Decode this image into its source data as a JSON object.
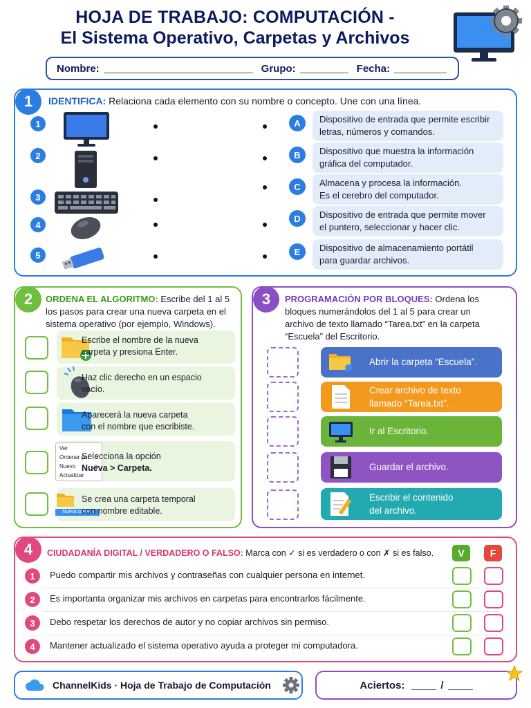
{
  "header": {
    "title_line1": "HOJA DE TRABAJO: COMPUTACIÓN -",
    "title_line2": "El Sistema Operativo, Carpetas y Archivos",
    "name_label": "Nombre:",
    "group_label": "Grupo:",
    "date_label": "Fecha:"
  },
  "section1": {
    "number": "1",
    "title": "IDENTIFICA:",
    "instruction": "Relaciona cada elemento con su nombre o concepto. Une con una línea.",
    "items": [
      {
        "number": "1",
        "icon": "monitor-icon"
      },
      {
        "number": "2",
        "icon": "cpu-tower-icon"
      },
      {
        "number": "3",
        "icon": "keyboard-icon"
      },
      {
        "number": "4",
        "icon": "mouse-icon"
      },
      {
        "number": "5",
        "icon": "usb-drive-icon"
      }
    ],
    "definitions": [
      {
        "letter": "A",
        "line1": "Dispositivo de entrada que permite escribir",
        "line2": "letras, números y comandos."
      },
      {
        "letter": "B",
        "line1": "Dispositivo que muestra la información",
        "line2": "gráfica del computador."
      },
      {
        "letter": "C",
        "line1": "Almacena y procesa la información.",
        "line2": "Es el cerebro del computador."
      },
      {
        "letter": "D",
        "line1": "Dispositivo de entrada que permite mover",
        "line2": "el puntero, seleccionar y hacer clic."
      },
      {
        "letter": "E",
        "line1": "Dispositivo de almacenamiento portátil",
        "line2": "para guardar archivos."
      }
    ]
  },
  "section2": {
    "number": "2",
    "title": "ORDENA EL ALGORITMO:",
    "instruction_1": "Escribe del 1 al 5",
    "instruction_2": "los pasos para crear una nueva carpeta en el",
    "instruction_3": "sistema operativo (por ejemplo, Windows).",
    "steps": [
      {
        "line1": "Escribe el nombre de la nueva",
        "line2": "carpeta y presiona Enter."
      },
      {
        "line1": "Haz clic derecho en un espacio",
        "line2": "vacío."
      },
      {
        "line1": "Aparecerá la nueva carpeta",
        "line2": "con el nombre que escribiste."
      },
      {
        "line1": "Selecciona la opción",
        "line2": "Nueva  >  Carpeta."
      },
      {
        "line1": "Se crea una carpeta temporal",
        "line2": "con nombre editable."
      }
    ],
    "context_menu": [
      "Ver",
      "Ordenar por",
      "Nuevo",
      "Actualizar"
    ],
    "temp_folder_label": "Nueva carpeta"
  },
  "section3": {
    "number": "3",
    "title": "PROGRAMACIÓN POR BLOQUES:",
    "instruction_1": "Ordena los",
    "instruction_2": "bloques numerándolos del 1 al 5 para crear un",
    "instruction_3": "archivo de texto llamado “Tarea.txt” en la carpeta",
    "instruction_4": "“Escuela” del Escritorio.",
    "blocks": [
      {
        "line1": "Abrir la carpeta “Escuela”.",
        "line2": "",
        "color": "#4a72c9"
      },
      {
        "line1": "Crear archivo de texto",
        "line2": "llamado “Tarea.txt”.",
        "color": "#f39a1e"
      },
      {
        "line1": "Ir al Escritorio.",
        "line2": "",
        "color": "#6ab43a"
      },
      {
        "line1": "Guardar el archivo.",
        "line2": "",
        "color": "#8e54c2"
      },
      {
        "line1": "Escribir el contenido",
        "line2": "del archivo.",
        "color": "#22aab0"
      }
    ]
  },
  "section4": {
    "number": "4",
    "title": "CIUDADANÍA DIGITAL / VERDADERO O FALSO:",
    "instruction": "Marca con ✓ si es verdadero o con ✗ si es falso.",
    "true_label": "V",
    "false_label": "F",
    "statements": [
      {
        "number": "1",
        "text": "Puedo compartir mis archivos y contraseñas con cualquier persona en internet."
      },
      {
        "number": "2",
        "text": "Es importanta organizar mis archivos en carpetas para encontrarlos fácilmente."
      },
      {
        "number": "3",
        "text": "Debo respetar los derechos de autor y no copiar archivos sin permiso."
      },
      {
        "number": "4",
        "text": "Mantener actualizado el sistema operativo ayuda a proteger mi computadora."
      }
    ]
  },
  "footer": {
    "brand": "ChannelKids · Hoja de Trabajo de Computación",
    "score_label": "Aciertos:",
    "score_sep": "/"
  },
  "colors": {
    "blue": "#2a7de1",
    "green": "#6fbf3f",
    "purple": "#8b4fc4",
    "pink": "#e0487e",
    "navy": "#0d1b5e"
  }
}
